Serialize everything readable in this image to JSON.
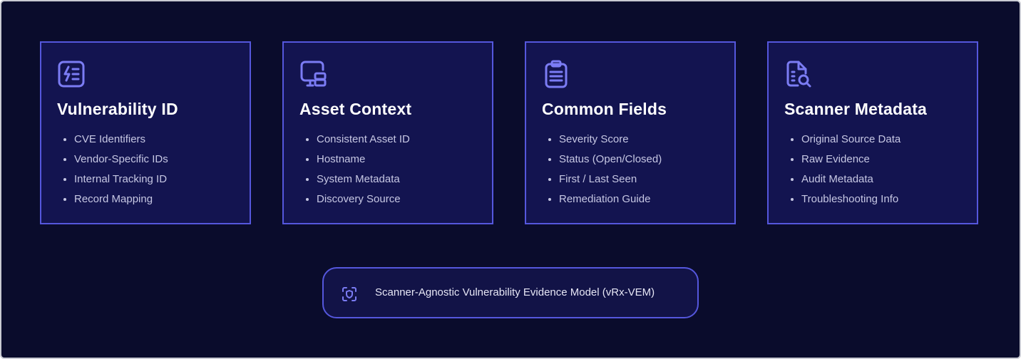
{
  "cards": [
    {
      "icon": "id-card-bolt-icon",
      "title": "Vulnerability ID",
      "items": [
        "CVE Identifiers",
        "Vendor-Specific IDs",
        "Internal Tracking ID",
        "Record Mapping"
      ]
    },
    {
      "icon": "monitor-server-icon",
      "title": "Asset Context",
      "items": [
        "Consistent Asset ID",
        "Hostname",
        "System Metadata",
        "Discovery Source"
      ]
    },
    {
      "icon": "clipboard-list-icon",
      "title": "Common Fields",
      "items": [
        "Severity Score",
        "Status (Open/Closed)",
        "First / Last Seen",
        "Remediation Guide"
      ]
    },
    {
      "icon": "document-search-icon",
      "title": "Scanner Metadata",
      "items": [
        "Original Source Data",
        "Raw Evidence",
        "Audit Metadata",
        "Troubleshooting Info"
      ]
    }
  ],
  "footer": {
    "icon": "scan-shield-icon",
    "label": "Scanner-Agnostic Vulnerability Evidence Model (vRx-VEM)"
  },
  "colors": {
    "background": "#0a0c2c",
    "card_fill": "#131450",
    "accent": "#5557dd",
    "icon": "#7b7cf4",
    "text_primary": "#ffffff",
    "text_secondary": "#c6c7e3"
  }
}
